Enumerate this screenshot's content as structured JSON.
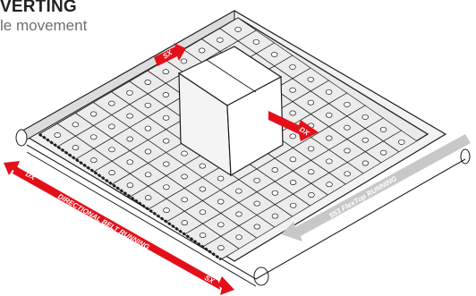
{
  "header": {
    "title": "VERTING",
    "subtitle": "le movement"
  },
  "labels": {
    "box_left_arrow": "SX",
    "box_right_arrow": "DX",
    "directional_belt": "DIRECTIONAL BELT RUNNING",
    "directional_belt_dx": "DX",
    "directional_belt_sx": "SX",
    "flextop_belt": "553 FlexTop RUNNING"
  },
  "colors": {
    "accent_red": "#e3101a",
    "belt_fill": "#e9e9e9",
    "outline": "#1d1d1d",
    "gray_arrow": "#c8c8c8"
  }
}
